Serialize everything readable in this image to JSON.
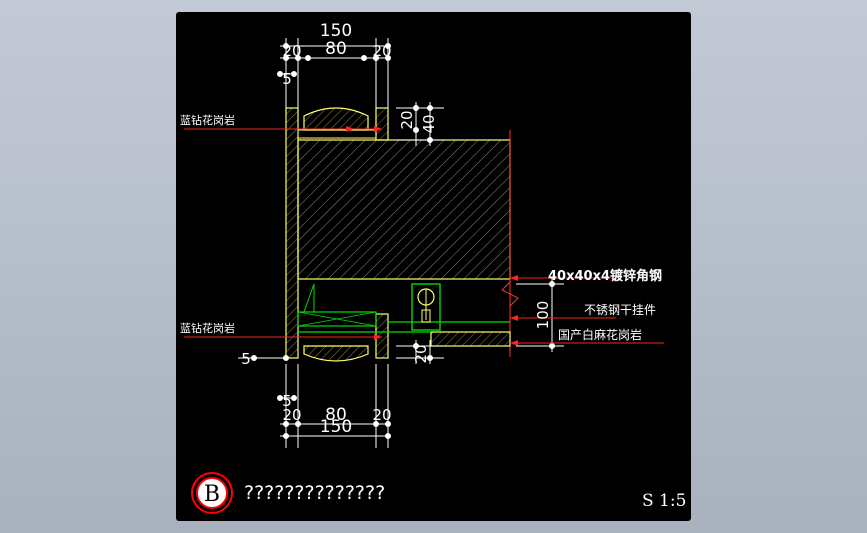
{
  "drawing": {
    "dims_top": [
      "150",
      "80",
      "20",
      "20",
      "5"
    ],
    "dims_right": [
      "20",
      "40",
      "100",
      "20"
    ],
    "dims_bottom": [
      "5",
      "20",
      "80",
      "20",
      "150"
    ],
    "dims_left": [
      "5"
    ],
    "labels": {
      "granite_top": "蓝钻花岗岩",
      "granite_bottom": "蓝钻花岗岩",
      "angle_steel": "40x40x4镀锌角钢",
      "pendant": "不锈钢干挂件",
      "domestic_granite": "国产白麻花岗岩"
    },
    "title_symbol": "B",
    "title_text": "??????????????",
    "scale": "S 1:5"
  },
  "colors": {
    "background": "#000000",
    "line": "#ffffff",
    "leader": "#ff2222",
    "stone": "#ffff66",
    "green": "#00dd00",
    "hatch": "#999988",
    "title_ring": "#ff0000"
  }
}
